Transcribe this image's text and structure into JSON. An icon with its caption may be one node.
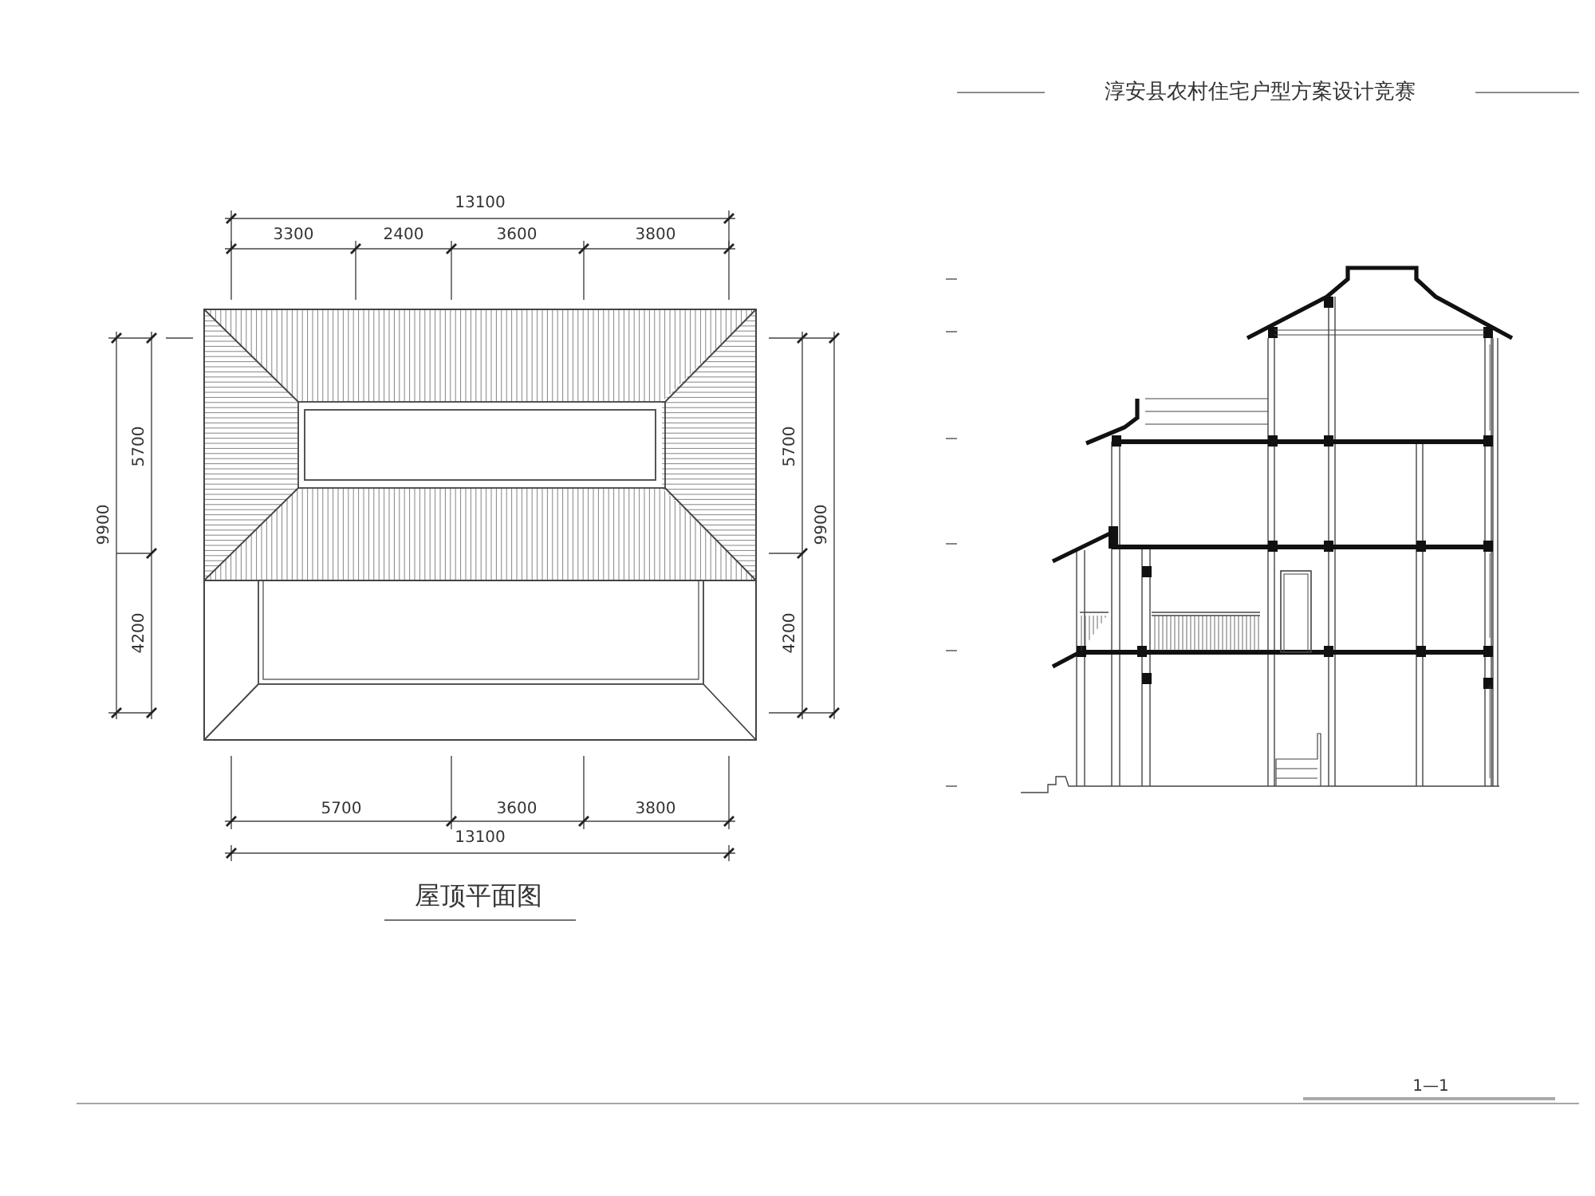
{
  "diagram": {
    "title": "淳安县农村住宅户型方案设计竞赛",
    "labels": [
      "13100",
      "3300",
      "2400",
      "3600",
      "3800",
      "5700",
      "9900",
      "4200",
      "5700",
      "9900",
      "4200",
      "5700",
      "3600",
      "3800",
      "13100",
      "屋顶平面图",
      "1—1"
    ]
  }
}
